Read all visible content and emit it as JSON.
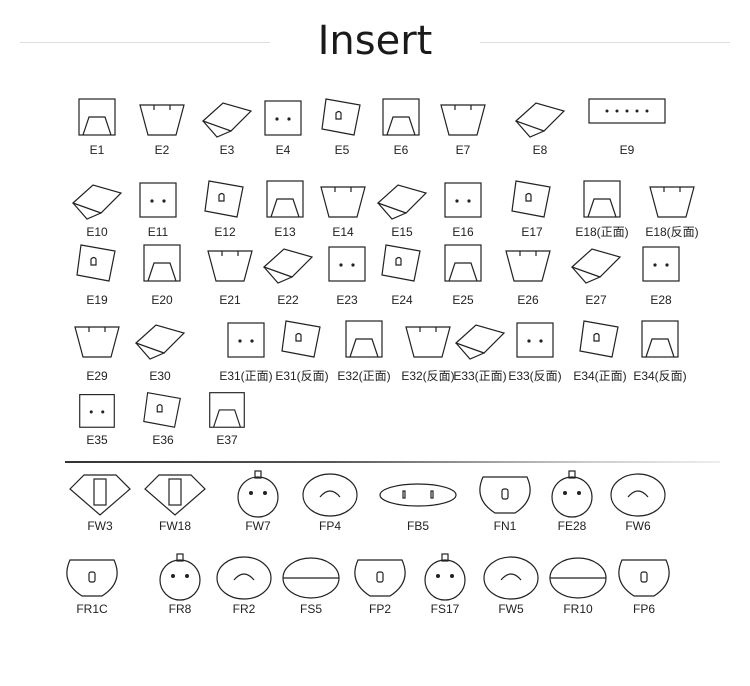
{
  "title": "Insert",
  "earring_rows": [
    [
      "E1",
      "E2",
      "E3",
      "E4",
      "E5",
      "E6",
      "E7",
      "E8",
      "E9"
    ],
    [
      "E10",
      "E11",
      "E12",
      "E13",
      "E14",
      "E15",
      "E16",
      "E17",
      "E18(正面)",
      "E18(反面)"
    ],
    [
      "E19",
      "E20",
      "E21",
      "E22",
      "E23",
      "E24",
      "E25",
      "E26",
      "E27",
      "E28"
    ],
    [
      "E29",
      "E30",
      "E31(正面)",
      "E31(反面)",
      "E32(正面)",
      "E32(反面)",
      "E33(正面)",
      "E33(反面)",
      "E34(正面)",
      "E34(反面)"
    ],
    [
      "E35",
      "E36",
      "E37"
    ]
  ],
  "f_rows": [
    [
      "FW3",
      "FW18",
      "FW7",
      "FP4",
      "FB5",
      "FN1",
      "FE28",
      "FW6"
    ],
    [
      "FR1C",
      "FR8",
      "FR2",
      "FS5",
      "FP2",
      "FS17",
      "FW5",
      "FR10",
      "FP6"
    ]
  ]
}
